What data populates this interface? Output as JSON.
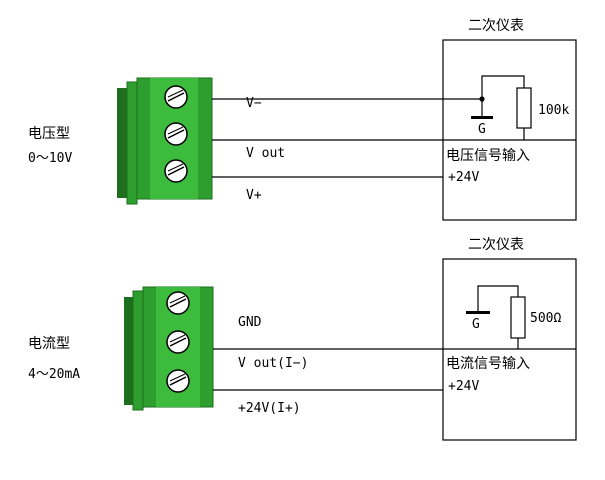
{
  "voltage": {
    "type_name": "电压型",
    "type_range": "0～10V",
    "wire_top": "V−",
    "wire_mid": "V out",
    "wire_bot": "V+",
    "instrument_title": "二次仪表",
    "ground_label": "G",
    "resistor_label": "100k",
    "input_label": "电压信号输入",
    "supply_label": "+24V"
  },
  "current": {
    "type_name": "电流型",
    "type_range": "4～20mA",
    "wire_top": "GND",
    "wire_mid": "V out(I−)",
    "wire_bot": "+24V(I+)",
    "instrument_title": "二次仪表",
    "ground_label": "G",
    "resistor_label": "500Ω",
    "input_label": "电流信号输入",
    "supply_label": "+24V"
  },
  "colors": {
    "terminal_body": "#2e9e2e",
    "terminal_dark": "#1d6e1d",
    "terminal_light": "#3dbb3d",
    "screw_face": "#ffffff",
    "line": "#000000"
  },
  "icons": [
    "screw-terminal-icon",
    "ground-icon",
    "resistor-icon"
  ]
}
